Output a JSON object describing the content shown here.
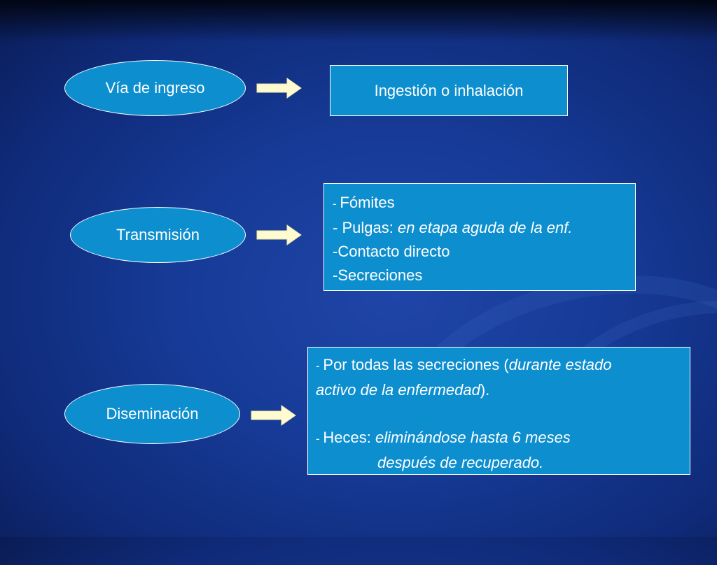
{
  "nodes": [
    {
      "label": "Vía de ingreso",
      "detail": {
        "text": "Ingestión o inhalación"
      }
    },
    {
      "label": "Transmisión",
      "detail": {
        "lines": [
          {
            "prefix": "- ",
            "text": "Fómites"
          },
          {
            "prefix": "- ",
            "text": "Pulgas: ",
            "italic": "en etapa aguda de la enf."
          },
          {
            "prefix": "-",
            "text": "Contacto directo"
          },
          {
            "prefix": "-",
            "text": "Secreciones"
          }
        ]
      }
    },
    {
      "label": "Diseminación",
      "detail": {
        "line1": {
          "prefix": "- ",
          "text": "Por todas las secreciones (",
          "italic": "durante estado"
        },
        "line2": {
          "italic": "activo de la enfermedad",
          "text": ")."
        },
        "line3": {
          "prefix": "- ",
          "text": "Heces: ",
          "italic": "eliminándose hasta 6 meses"
        },
        "line4": {
          "italic": "después de recuperado."
        }
      }
    }
  ],
  "colors": {
    "shape_fill": "#0d8ecf",
    "shape_border": "#ffffff",
    "arrow_fill": "#fffbd0",
    "background": "#163a96"
  },
  "icons": {
    "connector": "right-arrow-icon"
  }
}
